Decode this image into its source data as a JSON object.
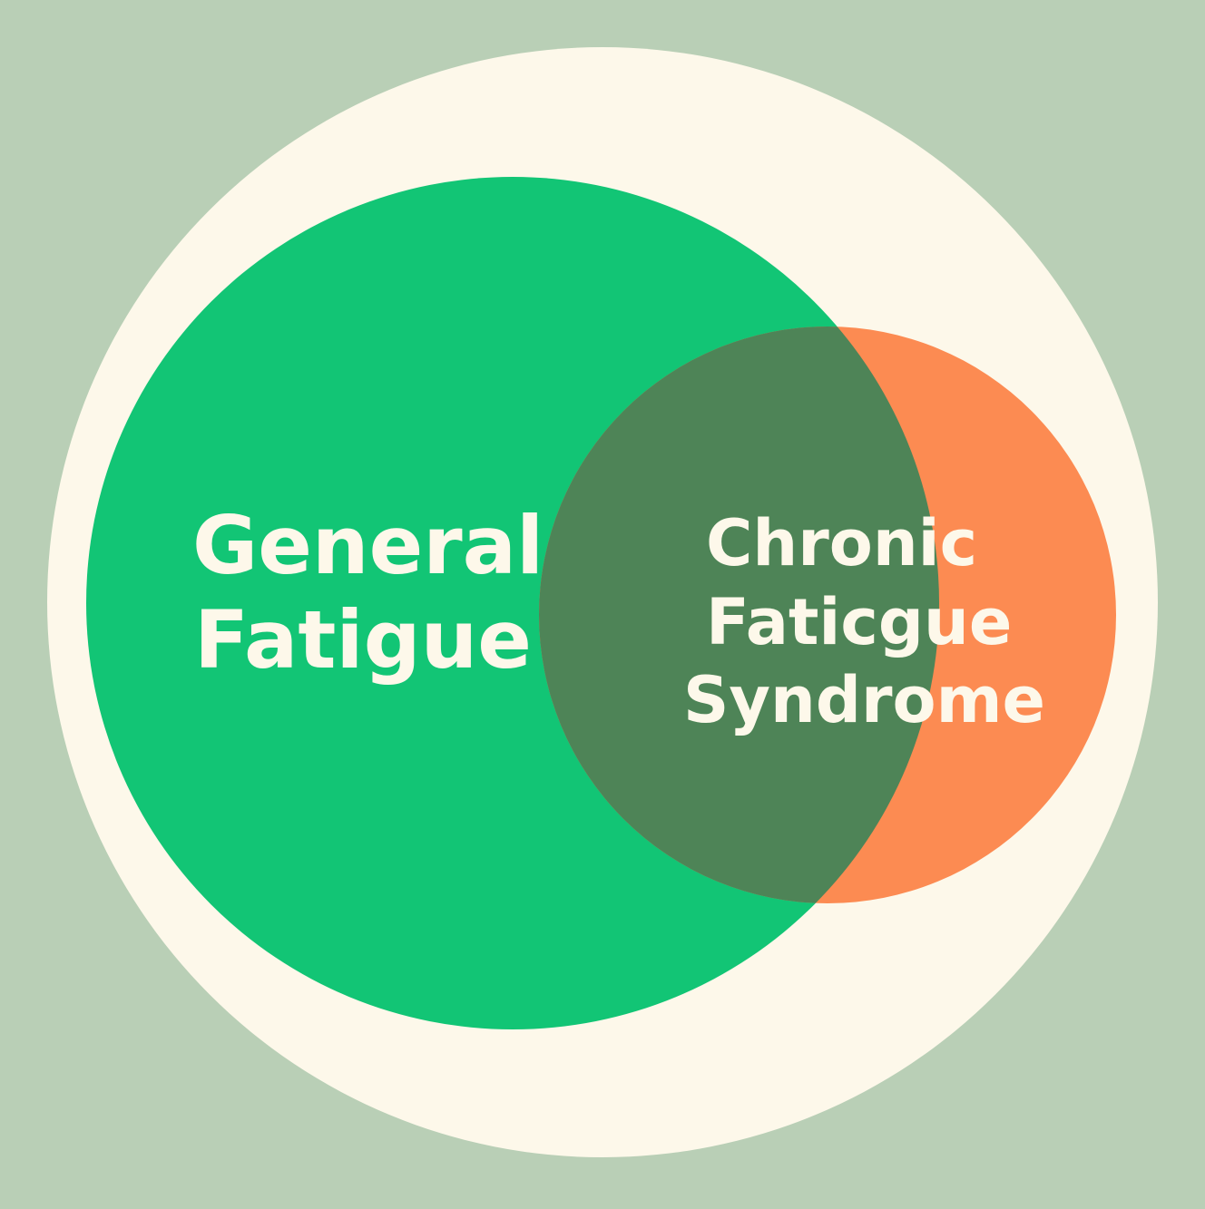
{
  "diagram": {
    "type": "venn",
    "sets": [
      {
        "id": "general",
        "label_lines": [
          "General",
          "Fatigue"
        ]
      },
      {
        "id": "cfs",
        "label_lines": [
          "Chronic",
          "Faticgue",
          "Syndrome"
        ]
      }
    ],
    "relation": "partial overlap"
  },
  "colors": {
    "page_background": "#b9cfb6",
    "outer_circle": "#fdf8ea",
    "general_fatigue_fill": "#12c575",
    "chronic_fatigue_fill": "#fc8b52",
    "overlap_fill": "#4e8457",
    "label_text": "#fdf8ea"
  }
}
